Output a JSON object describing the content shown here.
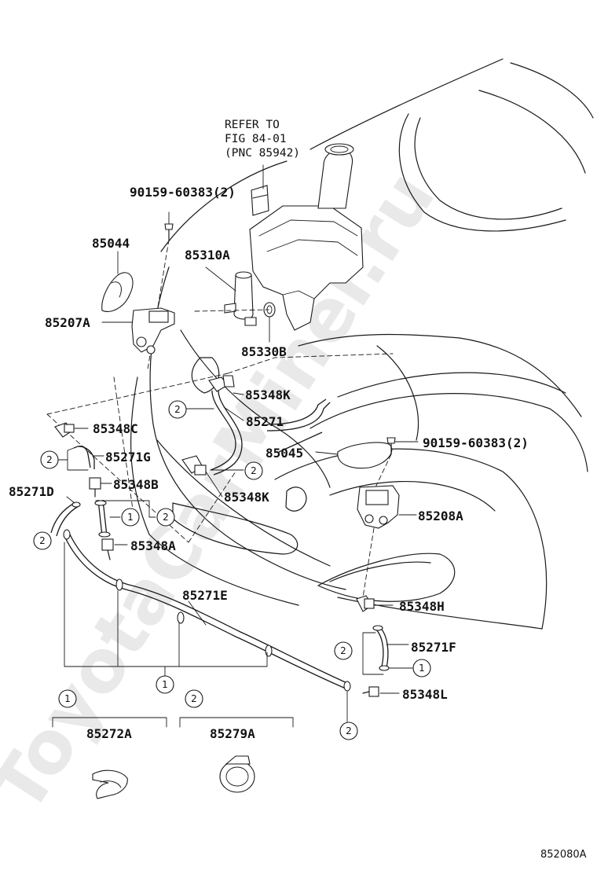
{
  "watermark": "ToyotaCarMiner.ru",
  "refer_note": [
    "REFER TO",
    "FIG 84-01",
    "(PNC 85942)"
  ],
  "labels": {
    "p85044": "85044",
    "p85207A": "85207A",
    "p90159_left": "90159-60383(2)",
    "p85310A": "85310A",
    "p85330B": "85330B",
    "p85348K_top": "85348K",
    "p85271": "85271",
    "p85045": "85045",
    "p90159_right": "90159-60383(2)",
    "p85348C": "85348C",
    "p85271G": "85271G",
    "p85348B": "85348B",
    "p85348K_mid": "85348K",
    "p85271D": "85271D",
    "p85348A": "85348A",
    "p85208A": "85208A",
    "p85271E": "85271E",
    "p85348H": "85348H",
    "p85271F": "85271F",
    "p85348L": "85348L",
    "p85272A": "85272A",
    "p85279A": "85279A"
  },
  "callouts": {
    "one": "1",
    "two": "2"
  },
  "figure_code": "852080A"
}
